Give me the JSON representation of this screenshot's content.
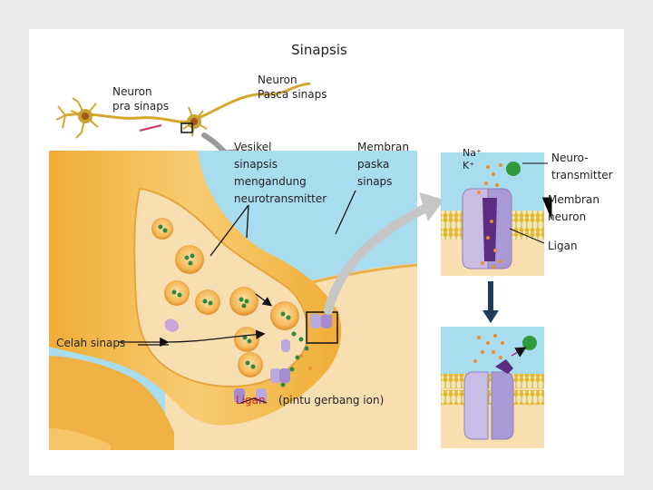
{
  "title": "Sinapsis",
  "labels": {
    "neuron_pre_1": "Neuron",
    "neuron_pre_2": "pra sinaps",
    "neuron_post_1": "Neuron",
    "neuron_post_2": "Pasca sinaps",
    "vesicle_1": "Vesikel",
    "vesicle_2": "sinapsis",
    "vesicle_3": "mengandung",
    "vesicle_4": "neurotransmitter",
    "membrane_post_1": "Membran",
    "membrane_post_2": "paska",
    "membrane_post_3": "sinaps",
    "ion_na": "Na⁺",
    "ion_k": "K⁺",
    "neurotransmitter_1": "Neuro-",
    "neurotransmitter_2": "transmitter",
    "membrane_neuron_1": "Membran",
    "membrane_neuron_2": "neuron",
    "ligand": "Ligan",
    "cleft": "Celah sinaps",
    "ligand_gate_red": "Ligan",
    "ligand_gate_rest": "(pintu gerbang ion)"
  },
  "colors": {
    "axon": "#f2b43f",
    "axon_light": "#f7cd78",
    "cytoplasm": "#f8dfb2",
    "fluid": "#a8dcef",
    "channel": "#c9bde6",
    "channel_dark": "#5a2c82",
    "vesicle": "#f3a93c",
    "dot_green": "#2f8a3c",
    "dot_orange": "#e8902c",
    "red_text": "#d22020",
    "membrane": "#e7c34a"
  }
}
